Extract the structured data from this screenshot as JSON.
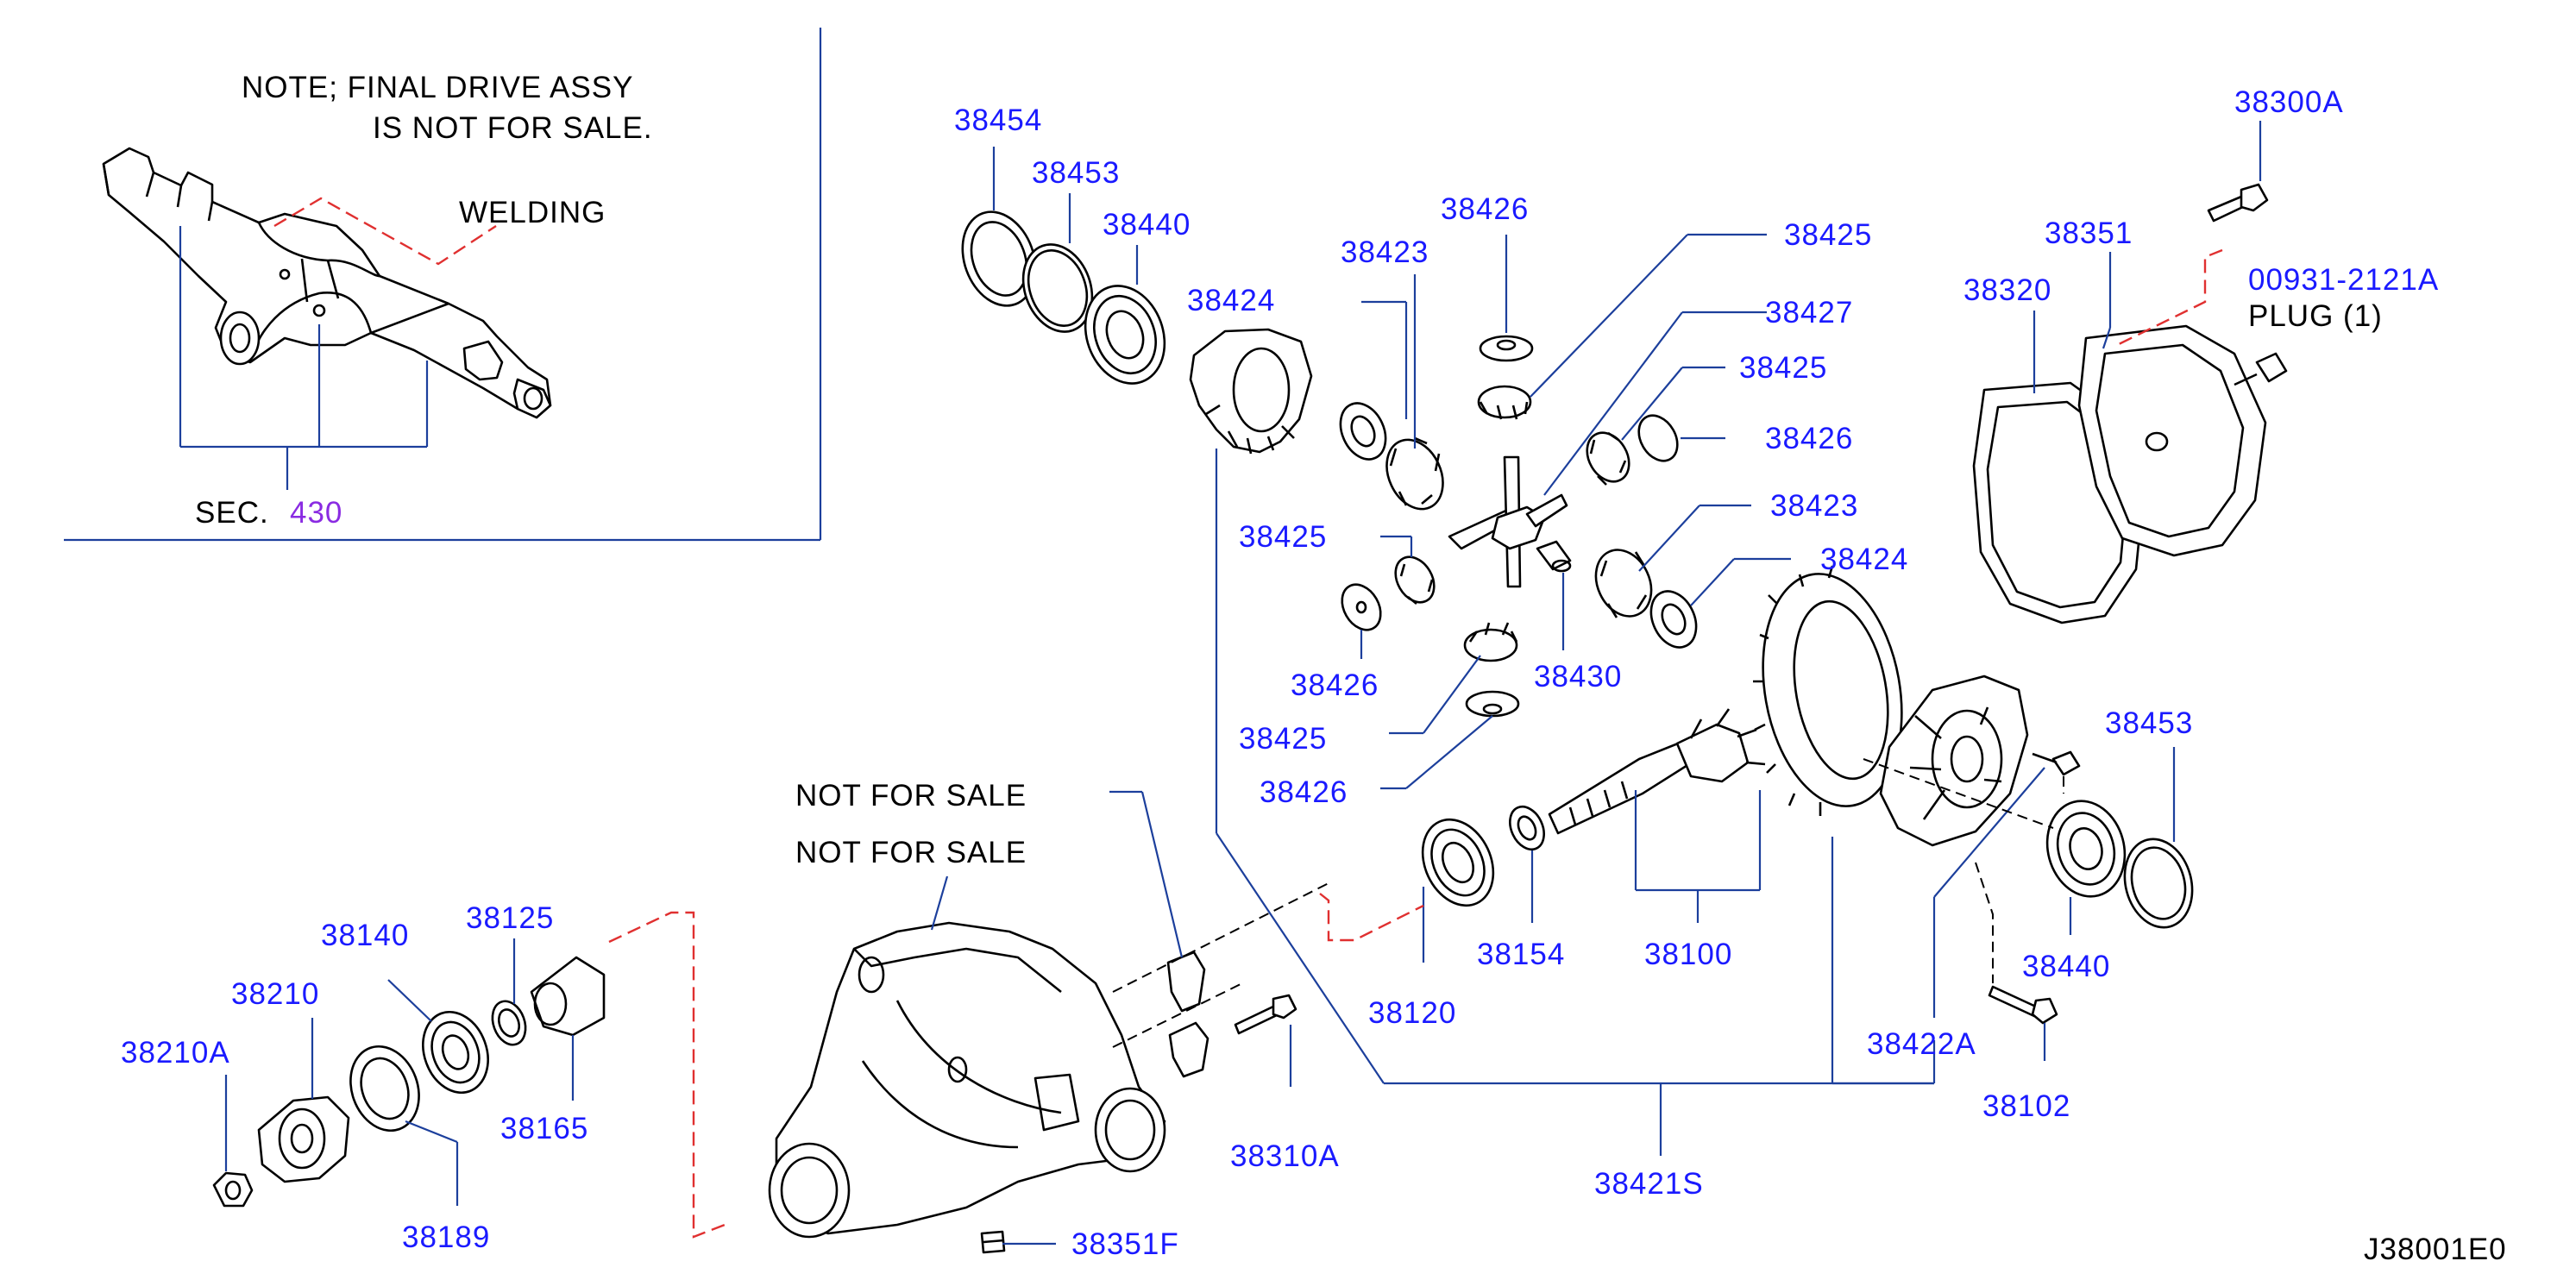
{
  "notes": {
    "note_line1": "NOTE;  FINAL  DRIVE  ASSY",
    "note_line2": "IS  NOT  FOR  SALE.",
    "welding": "WELDING",
    "sec_prefix": "SEC.",
    "sec_number": "430",
    "not_for_sale_1": "NOT  FOR  SALE",
    "not_for_sale_2": "NOT  FOR  SALE",
    "plug": "PLUG   (1)",
    "diagram_code": "J38001E0"
  },
  "part_labels": {
    "p38454": "38454",
    "p38453a": "38453",
    "p38440a": "38440",
    "p38424a": "38424",
    "p38423a": "38423",
    "p38426a": "38426",
    "p38425a": "38425",
    "p38427": "38427",
    "p38425b": "38425",
    "p38426b": "38426",
    "p38423b": "38423",
    "p38424b": "38424",
    "p38425c": "38425",
    "p38426c": "38426",
    "p38430": "38430",
    "p38425d": "38425",
    "p38426d": "38426",
    "p38300A": "38300A",
    "p38351": "38351",
    "p38320": "38320",
    "p00931": "00931-2121A",
    "p38453b": "38453",
    "p38440b": "38440",
    "p38422A": "38422A",
    "p38102": "38102",
    "p38100": "38100",
    "p38154": "38154",
    "p38120": "38120",
    "p38421S": "38421S",
    "p38310A": "38310A",
    "p38351F": "38351F",
    "p38140": "38140",
    "p38125": "38125",
    "p38210": "38210",
    "p38210A": "38210A",
    "p38165": "38165",
    "p38189": "38189"
  },
  "colors": {
    "part_number": "#1a1aff",
    "section_link": "#8a2be2",
    "leader": "#1c3f9c",
    "red_dashed_guide": "#e03030",
    "text": "#000000"
  }
}
